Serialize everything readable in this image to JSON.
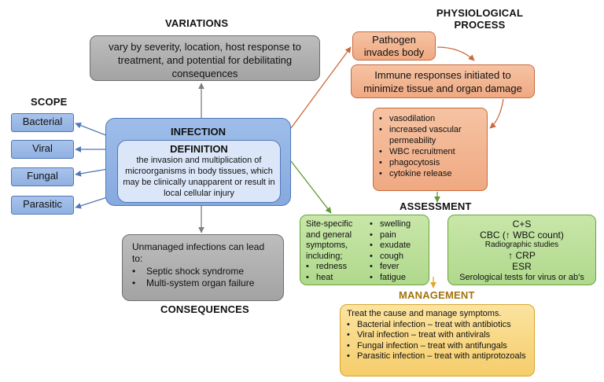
{
  "headers": {
    "variations": "VARIATIONS",
    "physiological_1": "PHYSIOLOGICAL",
    "physiological_2": "PROCESS",
    "scope": "SCOPE",
    "assessment": "ASSESSMENT",
    "management": "MANAGEMENT",
    "consequences": "CONSEQUENCES"
  },
  "variations_text": "vary by severity, location, host response to treatment, and potential for debilitating consequences",
  "scope_items": [
    "Bacterial",
    "Viral",
    "Fungal",
    "Parasitic"
  ],
  "infection": {
    "title": "INFECTION",
    "definition_title": "DEFINITION",
    "definition_text": "the invasion and multiplication of microorganisms in body tissues, which may be clinically unapparent or result in local cellular injury"
  },
  "process": {
    "step1": "Pathogen invades body",
    "step2": "Immune responses initiated to minimize tissue and organ damage",
    "step3_items": [
      "vasodilation",
      "increased vascular permeability",
      "WBC recruitment",
      "phagocytosis",
      "cytokine release"
    ]
  },
  "assessment_symptoms": {
    "intro": "Site-specific and general symptoms, including;",
    "col1_items": [
      "redness",
      "heat"
    ],
    "col2_items": [
      "swelling",
      "pain",
      "exudate",
      "cough",
      "fever",
      "fatigue"
    ]
  },
  "assessment_tests": {
    "line1": "C+S",
    "line2": "CBC (↑ WBC count)",
    "line3": "Radiographic studies",
    "line4": "↑ CRP",
    "line5": "ESR",
    "line6": "Serological tests for virus or ab’s"
  },
  "consequences_box": {
    "intro": "Unmanaged infections can lead to:",
    "items": [
      "Septic shock syndrome",
      "Multi-system organ failure"
    ]
  },
  "management_box": {
    "intro": "Treat the cause and manage symptoms.",
    "items": [
      "Bacterial infection – treat with antibiotics",
      "Viral infection – treat with antivirals",
      "Fungal infection – treat with antifungals",
      "Parasitic infection – treat with antiprotozoals"
    ]
  },
  "colors": {
    "gray_line": "#7f7f7f",
    "blue_line": "#4f78b8",
    "orange_line": "#c8693a",
    "green_line": "#5f9a36",
    "management_color": "#a3730d"
  }
}
